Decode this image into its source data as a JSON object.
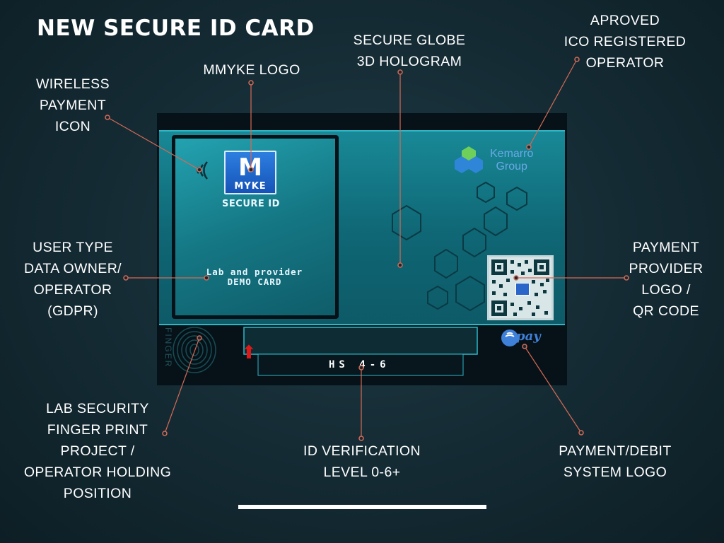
{
  "title": "NEW SECURE ID CARD",
  "labels": {
    "wireless": [
      "WIRELESS",
      "PAYMENT",
      "ICON"
    ],
    "mmyke": [
      "MMYKE LOGO"
    ],
    "globe": [
      "SECURE GLOBE",
      "3D HOLOGRAM"
    ],
    "approved": [
      "APROVED",
      "ICO REGISTERED",
      "OPERATOR"
    ],
    "user_type": [
      "USER TYPE",
      "DATA OWNER/",
      "OPERATOR",
      "(GDPR)"
    ],
    "payment_provider": [
      "PAYMENT",
      "PROVIDER",
      "LOGO /",
      "QR CODE"
    ],
    "fingerprint": [
      "LAB SECURITY",
      "FINGER PRINT",
      "PROJECT /",
      "OPERATOR HOLDING",
      "POSITION"
    ],
    "id_level": [
      "ID VERIFICATION",
      "LEVEL 0-6+"
    ],
    "payment_debit": [
      "PAYMENT/DEBIT",
      "SYSTEM LOGO"
    ]
  },
  "card": {
    "logo_letter": "M",
    "logo_word": "MYKE",
    "secure_id": "SECURE ID",
    "demo_line1": "Lab and provider",
    "demo_line2": "DEMO CARD",
    "kemarro_line1": "Kemarro",
    "kemarro_line2": "Group",
    "fingerprint_text": "FINGER",
    "level_text": "HS 4-6",
    "pay_text": "pay"
  },
  "colors": {
    "background": "#142a33",
    "card_teal": "#1a8e9c",
    "callout_line": "#d66a55",
    "logo_blue": "#2d7fe0"
  }
}
